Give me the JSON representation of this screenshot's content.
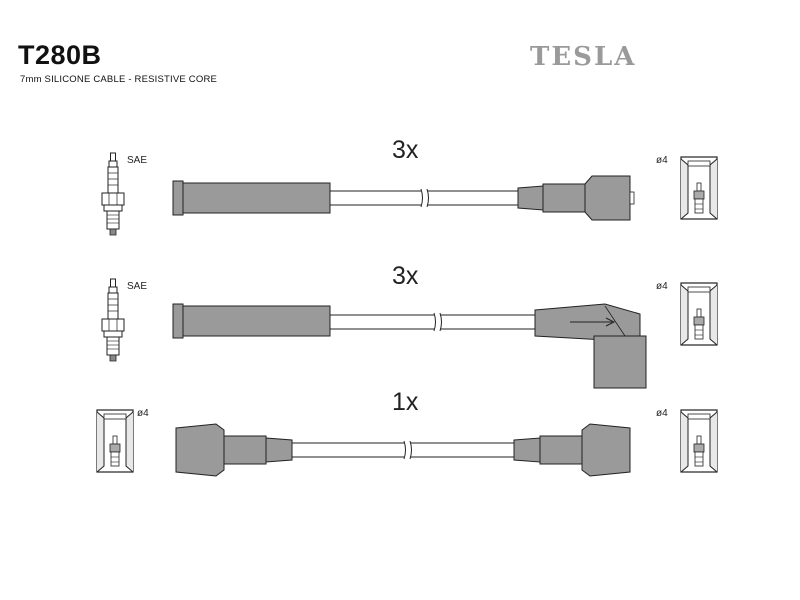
{
  "header": {
    "part_number": "T280B",
    "description": "7mm SILICONE CABLE - RESISTIVE CORE",
    "brand": "TESLA"
  },
  "rows": [
    {
      "quantity": "3x",
      "left_terminal_label": "SAE",
      "right_terminal_label": "ø4",
      "left_terminal": "spark-plug-icon",
      "right_terminal": "coil-socket-icon",
      "left_boot": "straight-boot",
      "right_boot": "straight-boot"
    },
    {
      "quantity": "3x",
      "left_terminal_label": "SAE",
      "right_terminal_label": "ø4",
      "left_terminal": "spark-plug-icon",
      "right_terminal": "coil-socket-icon",
      "left_boot": "straight-boot",
      "right_boot": "angled-90-boot"
    },
    {
      "quantity": "1x",
      "left_terminal_label": "ø4",
      "right_terminal_label": "ø4",
      "left_terminal": "coil-socket-icon",
      "right_terminal": "coil-socket-icon",
      "left_boot": "coil-boot",
      "right_boot": "coil-boot"
    }
  ]
}
